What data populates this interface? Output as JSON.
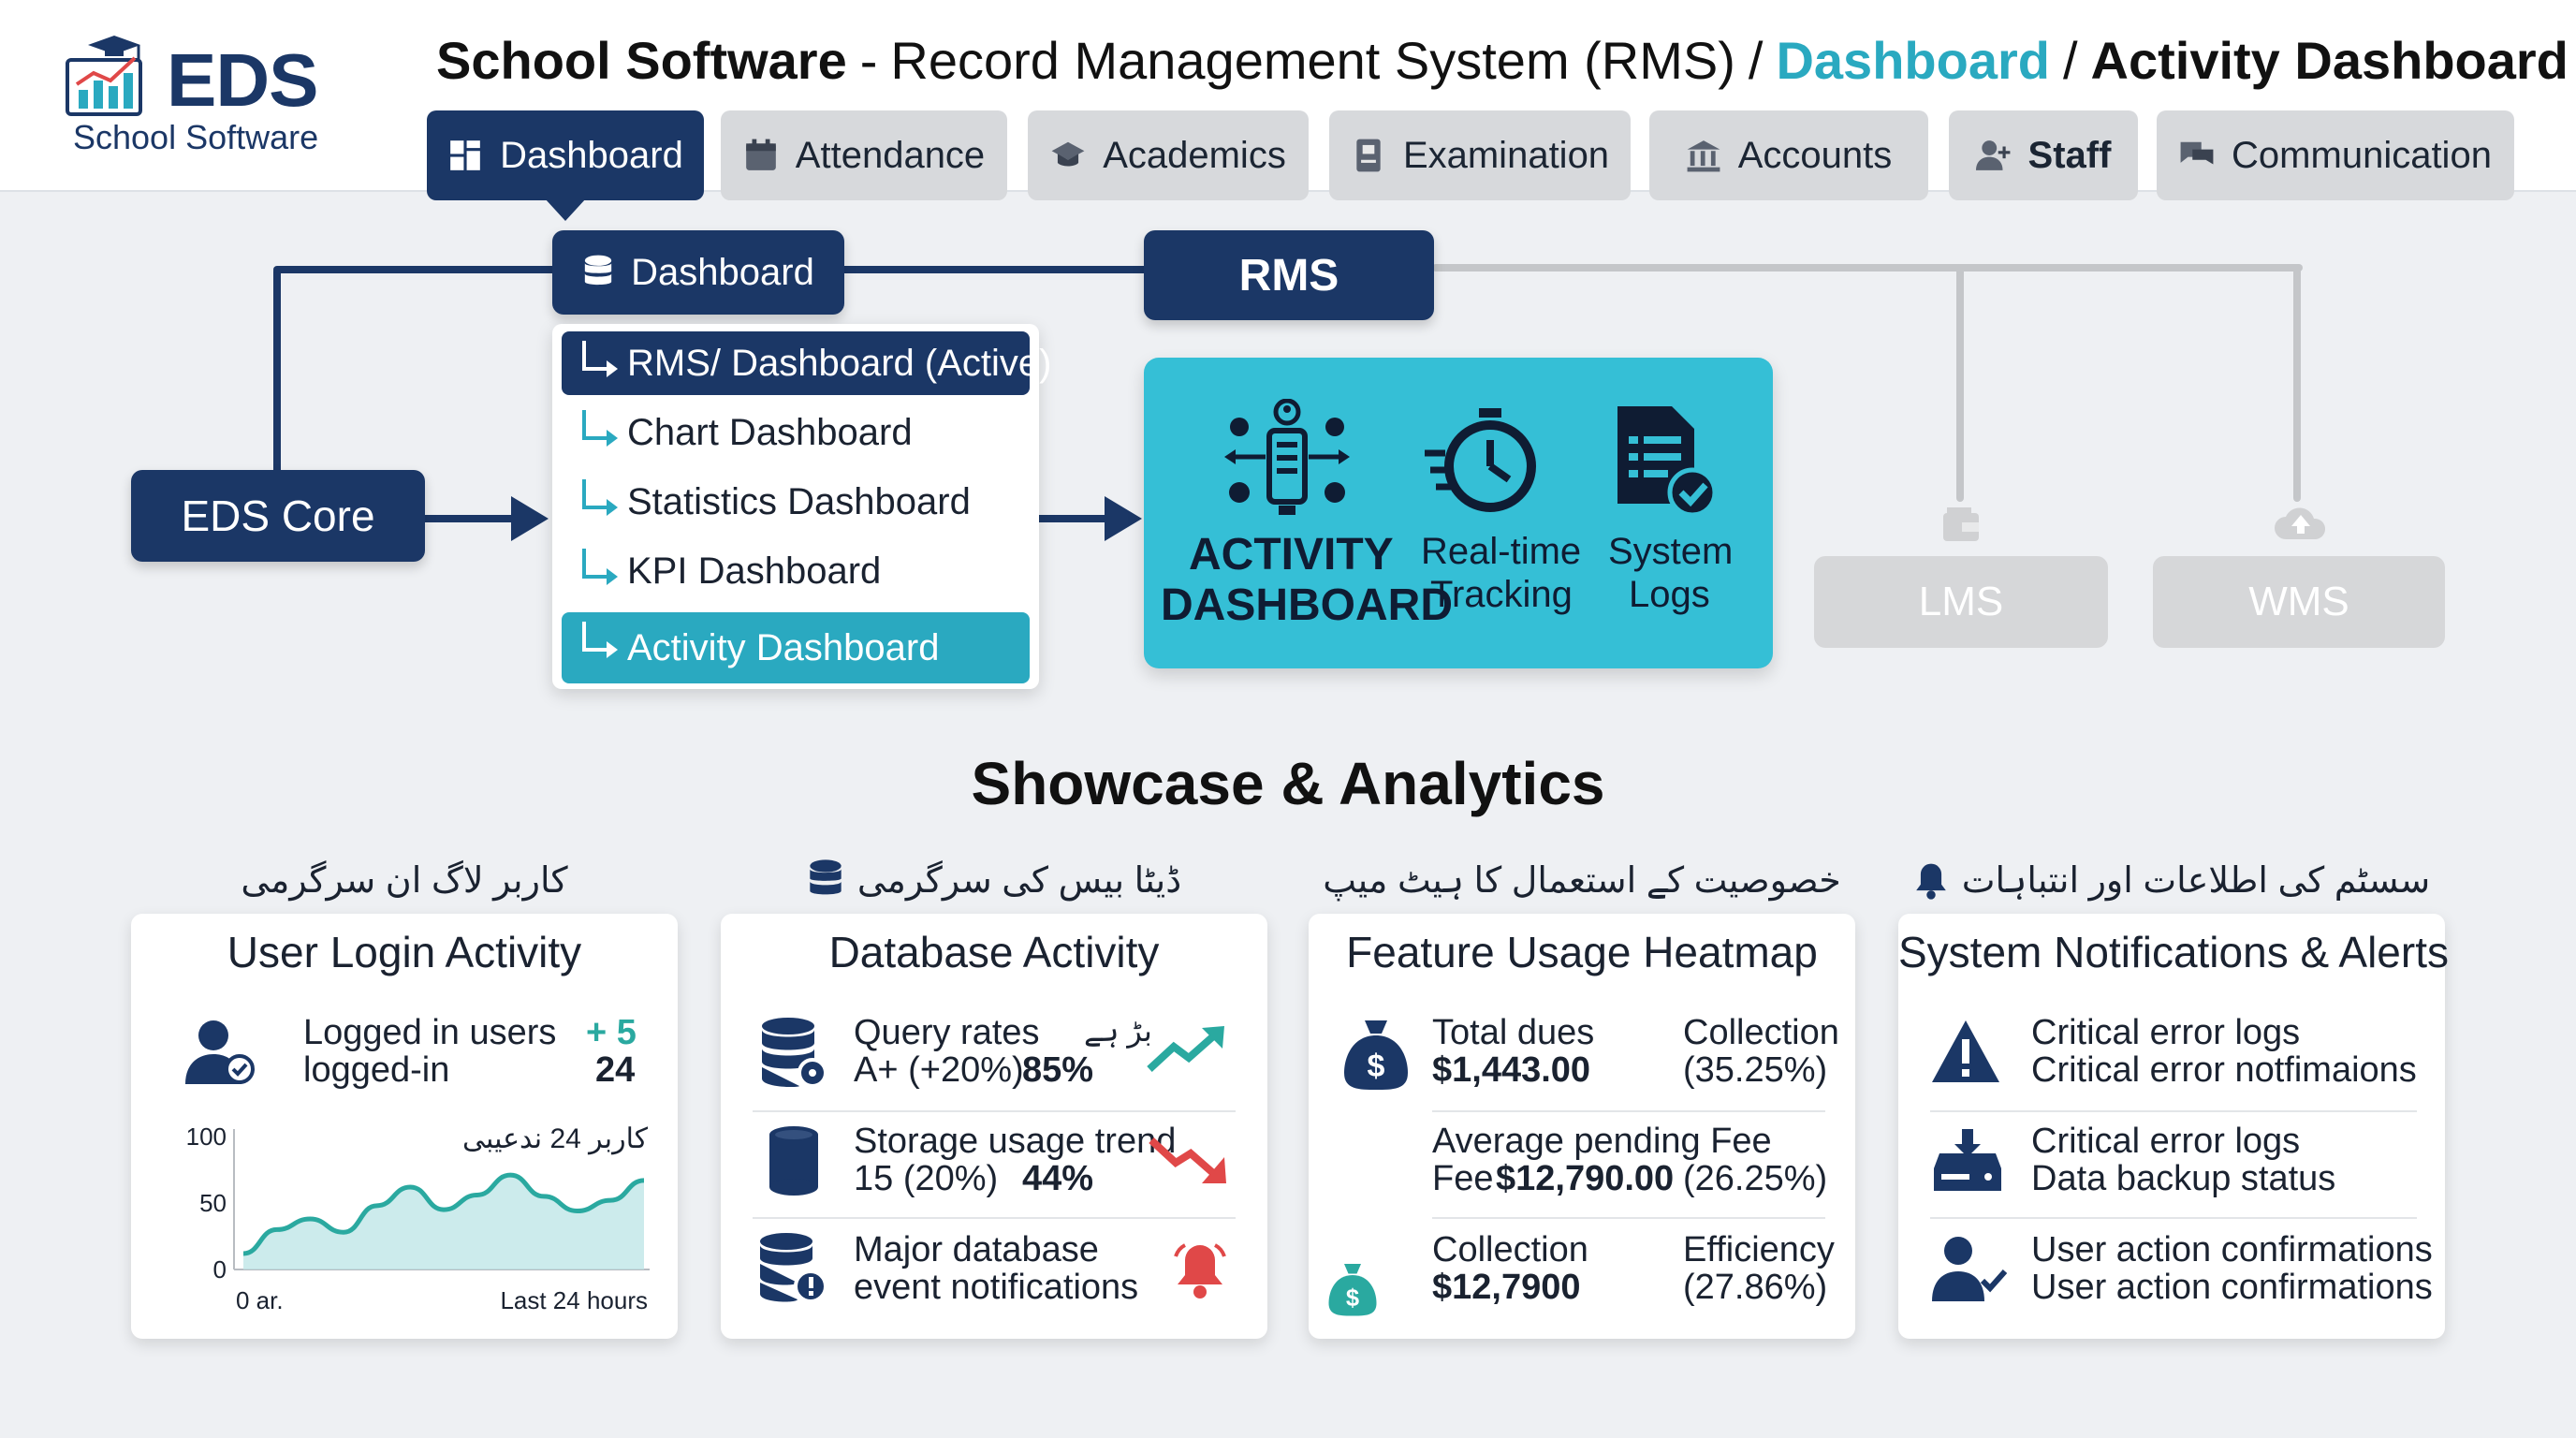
{
  "brand": {
    "name": "EDS",
    "subtitle": "School Software"
  },
  "breadcrumb": {
    "root": "School Software",
    "separator": "-",
    "module": "Record Management System (RMS)",
    "slash": "/",
    "dashboard_link": "Dashboard",
    "current": "Activity Dashboard"
  },
  "tabs": [
    {
      "label": "Dashboard",
      "icon": "grid-icon",
      "active": true
    },
    {
      "label": "Attendance",
      "icon": "calendar-icon"
    },
    {
      "label": "Academics",
      "icon": "graduation-cap-icon"
    },
    {
      "label": "Examination",
      "icon": "exam-paper-icon"
    },
    {
      "label": "Accounts",
      "icon": "bank-icon"
    },
    {
      "label": "Staff",
      "icon": "add-user-icon"
    },
    {
      "label": "Communication",
      "icon": "chat-icon"
    }
  ],
  "diagram": {
    "core": "EDS Core",
    "dashboard_node": "Dashboard",
    "rms": "RMS",
    "lms": "LMS",
    "wms": "WMS",
    "menu": [
      {
        "label": "RMS/ Dashboard (Active)",
        "state": "active"
      },
      {
        "label": "Chart Dashboard",
        "state": "normal"
      },
      {
        "label": "Statistics Dashboard",
        "state": "normal"
      },
      {
        "label": "KPI Dashboard",
        "state": "normal"
      },
      {
        "label": "Activity Dashboard",
        "state": "highlight"
      }
    ],
    "activity": {
      "line1": "ACTIVITY",
      "line2": "DASHBOARD",
      "realtime1": "Real-time",
      "realtime2": "Tracking",
      "logs1": "System",
      "logs2": "Logs"
    }
  },
  "showcase": {
    "title": "Showcase & Analytics",
    "urdu": [
      "کاربر لاگ ان سرگرمی",
      "ڈیٹا بیس کی سرگرمی",
      "خصوصیت کے استعمال کا ہیٹ میپ",
      "سسٹم کی اطلاعات اور انتباہات"
    ],
    "login": {
      "title": "User Login Activity",
      "line1": "Logged in users",
      "delta": "+ 5",
      "line2": "logged-in",
      "count": "24",
      "chart_tag": "کاربر 24 ندعیبی",
      "start_label": "0 ar.",
      "end_label": "Last 24 hours"
    },
    "database": {
      "title": "Database Activity",
      "query_label": "Query rates",
      "query_urdu": "بڑ ہے",
      "query_sub": "A+ (+20%)",
      "query_pct": "85%",
      "storage_label": "Storage usage trend",
      "storage_sub": "15 (20%)",
      "storage_pct": "44%",
      "events1": "Major database",
      "events2": "event notifications"
    },
    "heatmap": {
      "title": "Feature Usage Heatmap",
      "total_label": "Total dues",
      "total_value": "$1,443.00",
      "collection_label": "Collection",
      "collection_pct": "(35.25%)",
      "pending_label": "Average pending Fee",
      "pending_prefix": "Fee",
      "pending_value": "$12,790.00",
      "pending_pct": "(26.25%)",
      "coll2_label": "Collection",
      "coll2_value": "$12,7900",
      "eff_label": "Efficiency",
      "eff_pct": "(27.86%)"
    },
    "alerts": {
      "title": "System Notifications & Alerts",
      "a1": "Critical error logs",
      "a2": "Critical error notfimaions",
      "b1": "Critical error logs",
      "b2": "Data backup status",
      "c1": "User action confirmations",
      "c2": "User action confirmations"
    }
  },
  "chart_data": {
    "type": "area",
    "x": [
      0,
      2,
      4,
      6,
      8,
      10,
      12,
      14,
      16,
      18,
      20,
      22,
      24
    ],
    "values": [
      12,
      30,
      38,
      28,
      48,
      62,
      45,
      56,
      71,
      55,
      44,
      52,
      67
    ],
    "yticks": [
      0,
      50,
      100
    ],
    "ylim": [
      0,
      100
    ]
  },
  "colors": {
    "navy": "#1b3766",
    "teal": "#2aa9c0",
    "cyan_panel": "#35bfd6",
    "gray_tab": "#d7d9dc",
    "red": "#e04848",
    "green": "#2aa9a0"
  }
}
